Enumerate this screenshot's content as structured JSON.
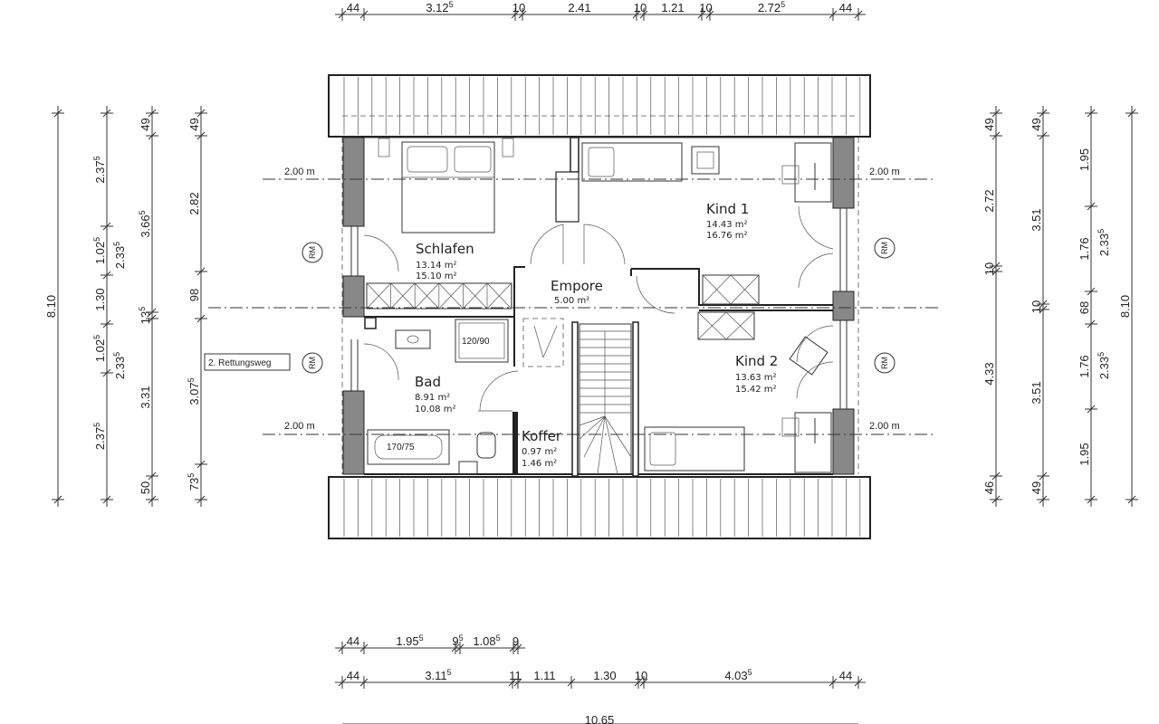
{
  "rooms": {
    "schlafen": {
      "name": "Schlafen",
      "area1": "13.14 m²",
      "area2": "15.10 m²"
    },
    "kind1": {
      "name": "Kind 1",
      "area1": "14.43 m²",
      "area2": "16.76 m²"
    },
    "empore": {
      "name": "Empore",
      "area1": "5.00 m²"
    },
    "bad": {
      "name": "Bad",
      "area1": "8.91 m²",
      "area2": "10.08 m²"
    },
    "kind2": {
      "name": "Kind 2",
      "area1": "13.63 m²",
      "area2": "15.42 m²"
    },
    "koffer": {
      "name": "Koffer",
      "area1": "0.97 m²",
      "area2": "1.46 m²"
    }
  },
  "fixtures": {
    "shower": "120/90",
    "bathtub": "170/75"
  },
  "labels": {
    "rm": "RM",
    "rettungsweg": "2. Rettungsweg",
    "height_mark": "2.00 m"
  },
  "dims_top": [
    {
      "v": "44",
      "s": ""
    },
    {
      "v": "3.12",
      "s": "5"
    },
    {
      "v": "10",
      "s": ""
    },
    {
      "v": "2.41",
      "s": ""
    },
    {
      "v": "10",
      "s": ""
    },
    {
      "v": "1.21",
      "s": ""
    },
    {
      "v": "10",
      "s": ""
    },
    {
      "v": "2.72",
      "s": "5"
    },
    {
      "v": "44",
      "s": ""
    }
  ],
  "dims_bottom1": [
    {
      "v": "44",
      "s": ""
    },
    {
      "v": "1.95",
      "s": "5"
    },
    {
      "v": "9",
      "s": "5"
    },
    {
      "v": "1.08",
      "s": "5"
    },
    {
      "v": "9",
      "s": ""
    }
  ],
  "dims_bottom2": [
    {
      "v": "44",
      "s": ""
    },
    {
      "v": "3.11",
      "s": "5"
    },
    {
      "v": "11",
      "s": ""
    },
    {
      "v": "1.11",
      "s": ""
    },
    {
      "v": "1.30",
      "s": ""
    },
    {
      "v": "10",
      "s": ""
    },
    {
      "v": "4.03",
      "s": "5"
    },
    {
      "v": "44",
      "s": ""
    }
  ],
  "dims_bottom_total": "10.65",
  "dims_left": {
    "c1": [
      {
        "v": "8.10",
        "s": ""
      }
    ],
    "c2": [
      {
        "v": "2.37",
        "s": "5"
      },
      {
        "v": "1.02",
        "s": "5"
      },
      {
        "v": "1.30",
        "s": ""
      },
      {
        "v": "1.02",
        "s": "5"
      },
      {
        "v": "2.37",
        "s": "5"
      }
    ],
    "c3": [
      {
        "v": "2.33",
        "s": "5"
      },
      {
        "v": "2.33",
        "s": "5"
      }
    ],
    "c4": [
      {
        "v": "49",
        "s": ""
      },
      {
        "v": "3.66",
        "s": "5"
      },
      {
        "v": "13",
        "s": "5"
      },
      {
        "v": "3.31",
        "s": ""
      },
      {
        "v": "50",
        "s": ""
      }
    ],
    "c5": [
      {
        "v": "49",
        "s": ""
      },
      {
        "v": "2.82",
        "s": ""
      },
      {
        "v": "98",
        "s": ""
      },
      {
        "v": "3.07",
        "s": "5"
      },
      {
        "v": "73",
        "s": "5"
      }
    ]
  },
  "dims_right": {
    "c1": [
      {
        "v": "49",
        "s": ""
      },
      {
        "v": "2.72",
        "s": ""
      },
      {
        "v": "10",
        "s": ""
      },
      {
        "v": "4.33",
        "s": ""
      },
      {
        "v": "46",
        "s": ""
      }
    ],
    "c2": [
      {
        "v": "49",
        "s": ""
      },
      {
        "v": "3.51",
        "s": ""
      },
      {
        "v": "10",
        "s": ""
      },
      {
        "v": "3.51",
        "s": ""
      },
      {
        "v": "49",
        "s": ""
      }
    ],
    "c3": [
      {
        "v": "1.95",
        "s": ""
      },
      {
        "v": "1.76",
        "s": ""
      },
      {
        "v": "68",
        "s": ""
      },
      {
        "v": "1.76",
        "s": ""
      },
      {
        "v": "1.95",
        "s": ""
      }
    ],
    "c4": [
      {
        "v": "2.33",
        "s": "5"
      },
      {
        "v": "2.33",
        "s": "5"
      }
    ],
    "c5": [
      {
        "v": "8.10",
        "s": ""
      }
    ]
  }
}
